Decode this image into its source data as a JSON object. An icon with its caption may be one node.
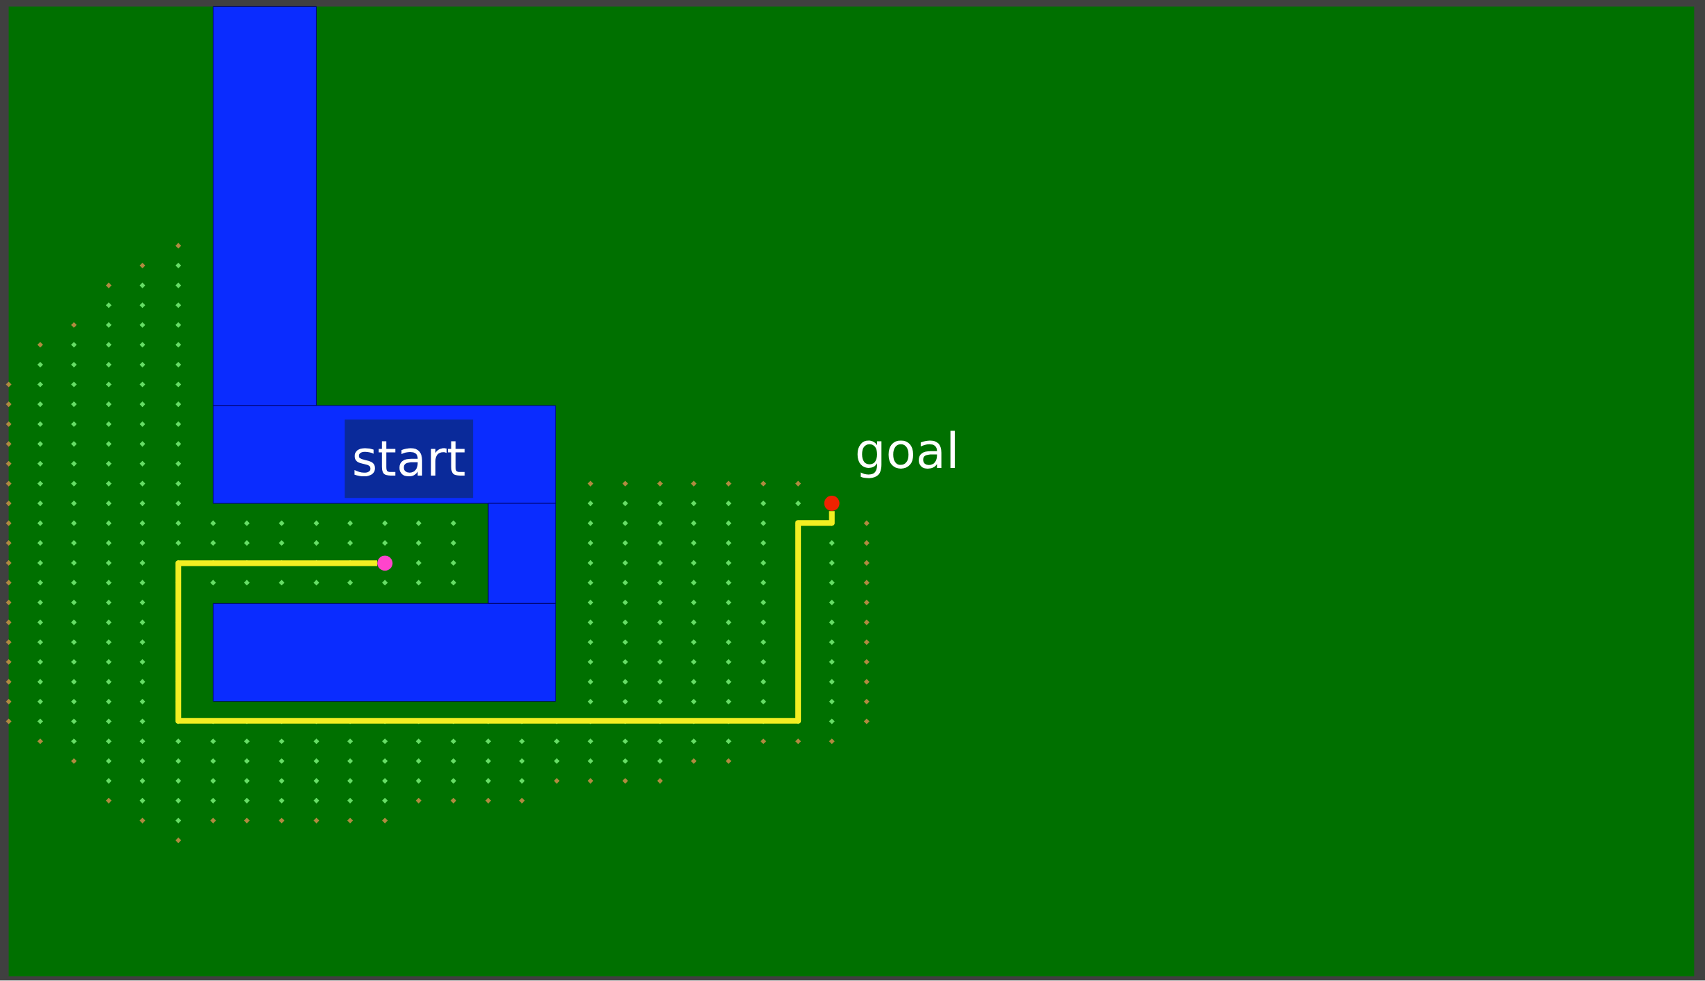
{
  "diagram": {
    "nodes": [
      {
        "text": [
          "start"
        ]
      },
      {
        "text": [],
        "shape": "circle"
      },
      {
        "text": [],
        "shape": "circle"
      }
    ],
    "edges": [
      {
        "from": 1,
        "to": 2,
        "arrow": "none"
      }
    ],
    "labels": [
      "goal"
    ]
  }
}
